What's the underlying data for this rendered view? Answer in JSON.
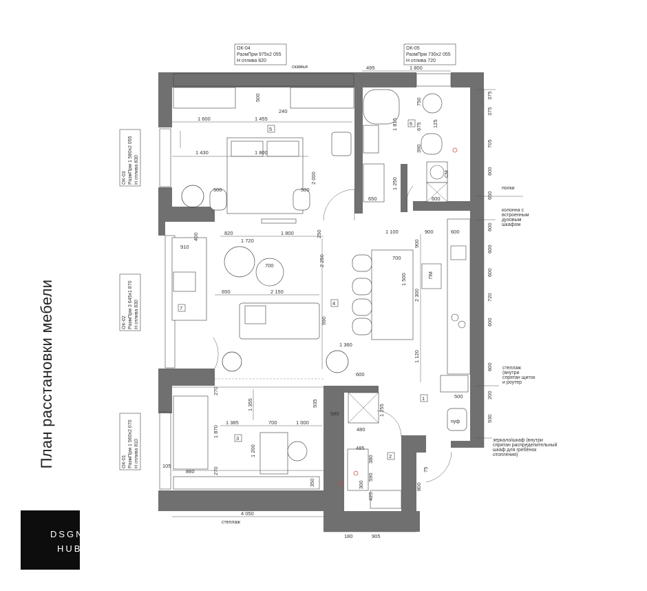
{
  "title": "План расстановки мебели",
  "logo": {
    "line1": "DSGN",
    "line2": "HUB"
  },
  "window_labels": [
    {
      "id": "ОК-04",
      "line1": "ОК-04",
      "line2": "РазмПрм  975x2 055",
      "line3": "Н отлива  820"
    },
    {
      "id": "ОК-05",
      "line1": "ОК-05",
      "line2": "РазмПрм  730x2 055",
      "line3": "Н отлива  720"
    },
    {
      "id": "ОК-03",
      "line1": "ОК-03",
      "line2": "РазмПрм  1 580x2 055",
      "line3": "Н отлива  830"
    },
    {
      "id": "ОК-02",
      "line1": "ОК-02",
      "line2": "РазмПрм  3 645x1 870",
      "line3": "Н отлива  830"
    },
    {
      "id": "ОК-01",
      "line1": "ОК-01",
      "line2": "РазмПрм  1 560x2 070",
      "line3": "Н отлива  810"
    }
  ],
  "rooms": [
    "1",
    "2",
    "3",
    "4",
    "5",
    "6",
    "7"
  ],
  "appliances": {
    "fridge": "ПМ",
    "washer": "СМ"
  },
  "notes": {
    "bench": "скамья",
    "shelves": "полки",
    "oven_column": [
      "колонна с",
      "встроенным",
      "духовым",
      "шкафом"
    ],
    "rack_top": [
      "стеллаж",
      "(внутри",
      "спрятан щиток",
      "и роутер"
    ],
    "pouf": "пуф",
    "mirror": [
      "зеркало/шкаф (внутри",
      "спрятан распределительный",
      "шкаф для гребёнок",
      "отопления)"
    ],
    "rack_bottom": "стеллаж"
  },
  "dimensions": {
    "top": [
      "495",
      "1 800"
    ],
    "bedroom": [
      "500",
      "240",
      "1 600",
      "1 455",
      "1 430",
      "1 800",
      "2 000",
      "500",
      "500"
    ],
    "bath": [
      "750",
      "1 815",
      "675",
      "125",
      "390",
      "1 250",
      "650",
      "600"
    ],
    "living": [
      "820",
      "1 800",
      "250",
      "1 720",
      "400",
      "910",
      "700",
      "2 250",
      "650",
      "2 150",
      "990",
      "1 360",
      "1 100",
      "900",
      "900",
      "600",
      "700",
      "1 500",
      "2 300",
      "1 120",
      "600"
    ],
    "right": [
      "375",
      "375",
      "705",
      "600",
      "650",
      "600",
      "600",
      "600",
      "720",
      "600",
      "600",
      "200",
      "930",
      "500"
    ],
    "office": [
      "270",
      "1 355",
      "1 385",
      "700",
      "1 000",
      "1 870",
      "1 200",
      "860",
      "270",
      "105",
      "350",
      "4 050",
      "935",
      "580",
      "480",
      "1 255"
    ],
    "hall": [
      "485",
      "380",
      "590",
      "300",
      "425",
      "800",
      "75",
      "180",
      "905"
    ]
  }
}
